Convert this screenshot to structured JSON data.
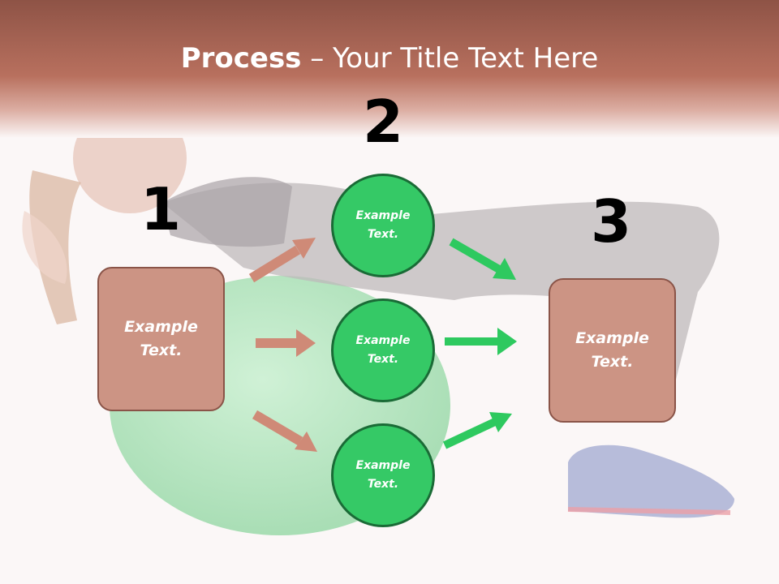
{
  "title": {
    "bold": "Process",
    "rest": " – Your Title Text Here"
  },
  "steps": {
    "one": "1",
    "two": "2",
    "three": "3"
  },
  "left_box": {
    "text": "Example\nText."
  },
  "right_box": {
    "text": "Example\nText."
  },
  "circles": [
    {
      "text": "Example\nText."
    },
    {
      "text": "Example\nText."
    },
    {
      "text": "Example\nText."
    }
  ],
  "colors": {
    "header": "#b86f5e",
    "box_fill": "#cc9484",
    "box_border": "#8a5448",
    "circle_fill": "#35c966",
    "circle_border": "#1a6b36",
    "arrow_left": "#cf8a77",
    "arrow_right": "#2ec95f"
  }
}
